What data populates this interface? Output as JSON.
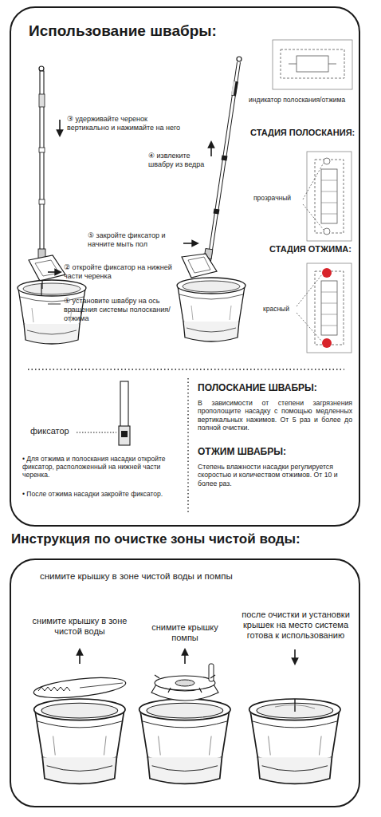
{
  "diagram": {
    "nodes": [
      {
        "text": [
          "Использование швабры:"
        ]
      },
      {
        "text": [
          "Инструкция по очистке зоны чистой воды:",
          "снимите крышку в зоне чистой воды и помпы"
        ]
      }
    ],
    "labels": [
      "③ удерживайте черенок вертикально и нажимайте на него",
      "④ извлеките швабру из ведра",
      "② откройте фиксатор на нижней части черенка",
      "⑤ закройте фиксатор и начните мыть пол",
      "① установите швабру на ось вращения системы полоскания/отжима",
      "индикатор полоскания/отжима",
      "СТАДИЯ ПОЛОСКАНИЯ:",
      "прозрачный",
      "СТАДИЯ ОТЖИМА:",
      "красный",
      "фиксатор",
      "• Для отжима и полоскания насадки откройте фиксатор, расположенный на нижней части черенка.",
      "• После отжима насадки закройте фиксатор.",
      "ПОЛОСКАНИЕ ШВАБРЫ:",
      "В зависимости от степени загрязнения прополощите насадку с помощью медленных вертикальных нажимов. От 5 раз и более до полной очистки.",
      "ОТЖИМ ШВАБРЫ:",
      "Степень влажности насадки регулируется скоростью и количеством отжимов. От 10 и более раз.",
      "снимите крышку в зоне чистой воды",
      "снимите крышку помпы",
      "после очистки и установки крышек на место система готова к использованию"
    ]
  }
}
